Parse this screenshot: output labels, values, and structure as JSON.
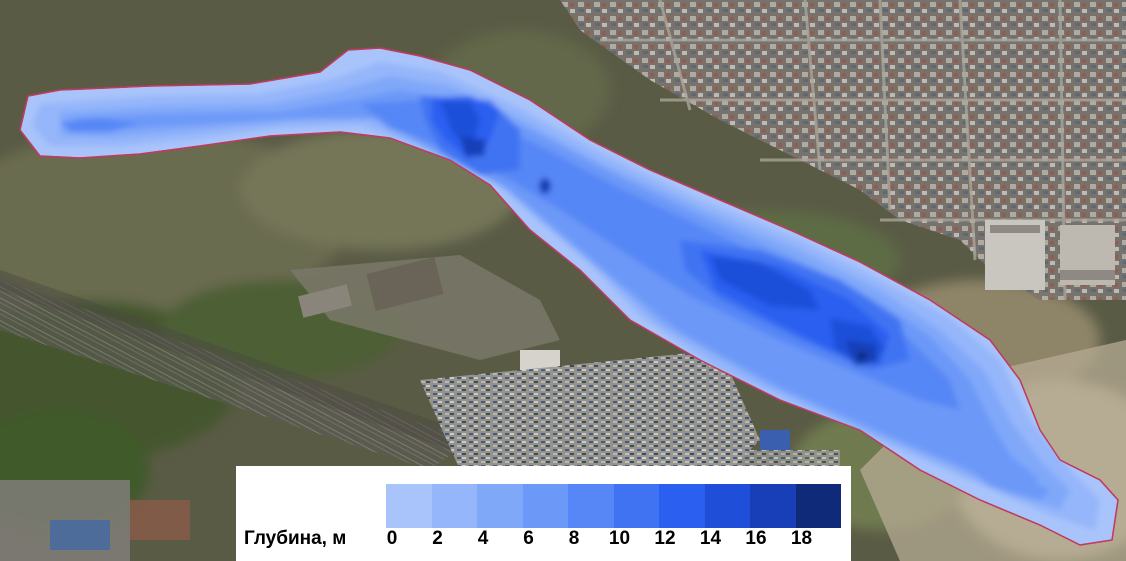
{
  "legend": {
    "title": "Глубина, м",
    "ticks": [
      "0",
      "2",
      "4",
      "6",
      "8",
      "10",
      "12",
      "14",
      "16",
      "18"
    ],
    "colors": [
      "#a9c4fb",
      "#95b6fa",
      "#80a8f9",
      "#6c98f8",
      "#5787f6",
      "#3f73f2",
      "#2a5ff0",
      "#1f4fd9",
      "#183fb8",
      "#102a7a"
    ]
  },
  "colors": {
    "shoreline": "#c23a5e",
    "terrain_dark": "#4a4f3a",
    "terrain_light": "#6e6f52",
    "urban": "#8c8a86",
    "sand": "#b8ad95"
  }
}
